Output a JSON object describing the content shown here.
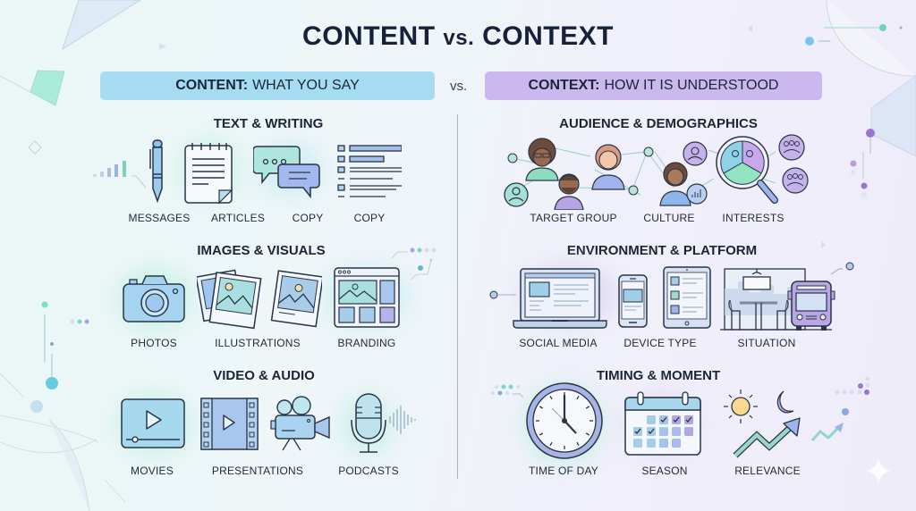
{
  "title": {
    "main_left": "CONTENT",
    "vs": "vs.",
    "main_right": "CONTEXT"
  },
  "header": {
    "content_pill": {
      "bold": "CONTENT:",
      "text": "WHAT YOU SAY",
      "color": "#a6dcf2"
    },
    "vs_label": "vs.",
    "context_pill": {
      "bold": "CONTEXT:",
      "text": "HOW IT IS UNDERSTOOD",
      "color": "#cbb8ee"
    }
  },
  "content": {
    "sections": [
      {
        "title": "TEXT & WRITING",
        "items": [
          {
            "label": "MESSAGES",
            "icon": "pen-icon"
          },
          {
            "label": "ARTICLES",
            "icon": "notepad-icon"
          },
          {
            "label": "COPY",
            "icon": "chat-bubbles-icon"
          },
          {
            "label": "COPY",
            "icon": "list-icon"
          }
        ]
      },
      {
        "title": "IMAGES & VISUALS",
        "items": [
          {
            "label": "PHOTOS",
            "icon": "camera-icon"
          },
          {
            "label": "ILLUSTRATIONS",
            "icon": "photo-stack-icon"
          },
          {
            "label": "BRANDING",
            "icon": "browser-layout-icon"
          }
        ]
      },
      {
        "title": "VIDEO & AUDIO",
        "items": [
          {
            "label": "MOVIES",
            "icon": "video-player-icon"
          },
          {
            "label": "PRESENTATIONS",
            "icon": "film-camera-icon"
          },
          {
            "label": "PODCASTS",
            "icon": "microphone-icon"
          }
        ]
      }
    ]
  },
  "context": {
    "sections": [
      {
        "title": "AUDIENCE & DEMOGRAPHICS",
        "items": [
          {
            "label": "TARGET GROUP",
            "icon": "people-network-icon"
          },
          {
            "label": "CULTURE",
            "icon": "person-icon"
          },
          {
            "label": "INTERESTS",
            "icon": "magnifier-pie-icon"
          }
        ]
      },
      {
        "title": "ENVIRONMENT & PLATFORM",
        "items": [
          {
            "label": "SOCIAL MEDIA",
            "icon": "laptop-icon"
          },
          {
            "label": "DEVICE TYPE",
            "icon": "phone-tablet-icon"
          },
          {
            "label": "SITUATION",
            "icon": "cafe-bus-icon"
          }
        ]
      },
      {
        "title": "TIMING & MOMENT",
        "items": [
          {
            "label": "TIME OF DAY",
            "icon": "clock-icon"
          },
          {
            "label": "SEASON",
            "icon": "calendar-icon"
          },
          {
            "label": "RELEVANCE",
            "icon": "sun-moon-trend-icon"
          }
        ]
      }
    ]
  },
  "colors": {
    "title": "#17223a",
    "accent_teal": "#6fd6c0",
    "accent_blue": "#8fbfea",
    "accent_purple": "#a58fe0",
    "icon_stroke": "#2a3446"
  }
}
